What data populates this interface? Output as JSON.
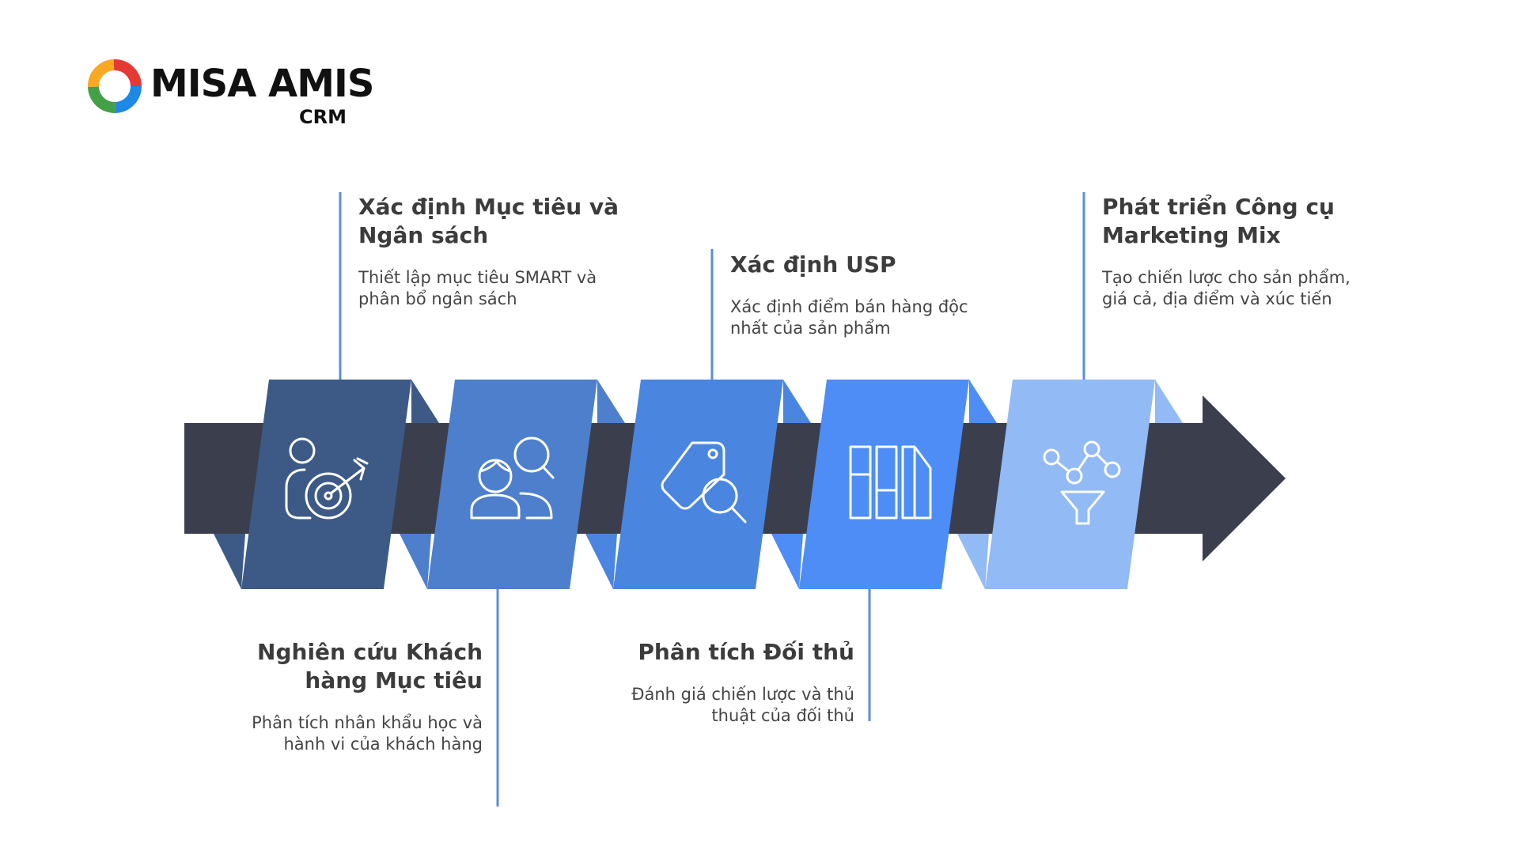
{
  "logo": {
    "brand": "MISA AMIS",
    "sub": "CRM",
    "colors": [
      "#e53935",
      "#f9a825",
      "#43a047",
      "#1e88e5"
    ]
  },
  "steps": [
    {
      "title": "Xác định Mục tiêu và Ngân sách",
      "description": "Thiết lập mục tiêu SMART và phân bổ ngân sách",
      "icon": "person-target-icon",
      "color": "#3d5a87"
    },
    {
      "title": "Nghiên cứu Khách hàng Mục tiêu",
      "description": "Phân tích nhân khẩu học và hành vi của khách hàng",
      "icon": "people-search-icon",
      "color": "#4e7fcc"
    },
    {
      "title": "Xác định USP",
      "description": "Xác định điểm bán hàng độc nhất của sản phẩm",
      "icon": "tag-search-icon",
      "color": "#4a86e0"
    },
    {
      "title": "Phân tích Đối thủ",
      "description": "Đánh giá chiến lược và thủ thuật của đối thủ",
      "icon": "bars-chart-icon",
      "color": "#4d8df5"
    },
    {
      "title": "Phát triển Công cụ Marketing Mix",
      "description": "Tạo chiến lược cho sản phẩm, giá cả, địa điểm và xúc tiến",
      "icon": "funnel-network-icon",
      "color": "#92baf5"
    }
  ],
  "colors": {
    "band": "#3b3f4d",
    "connector": "#5b8fd6",
    "text": "#3c3c3c"
  }
}
